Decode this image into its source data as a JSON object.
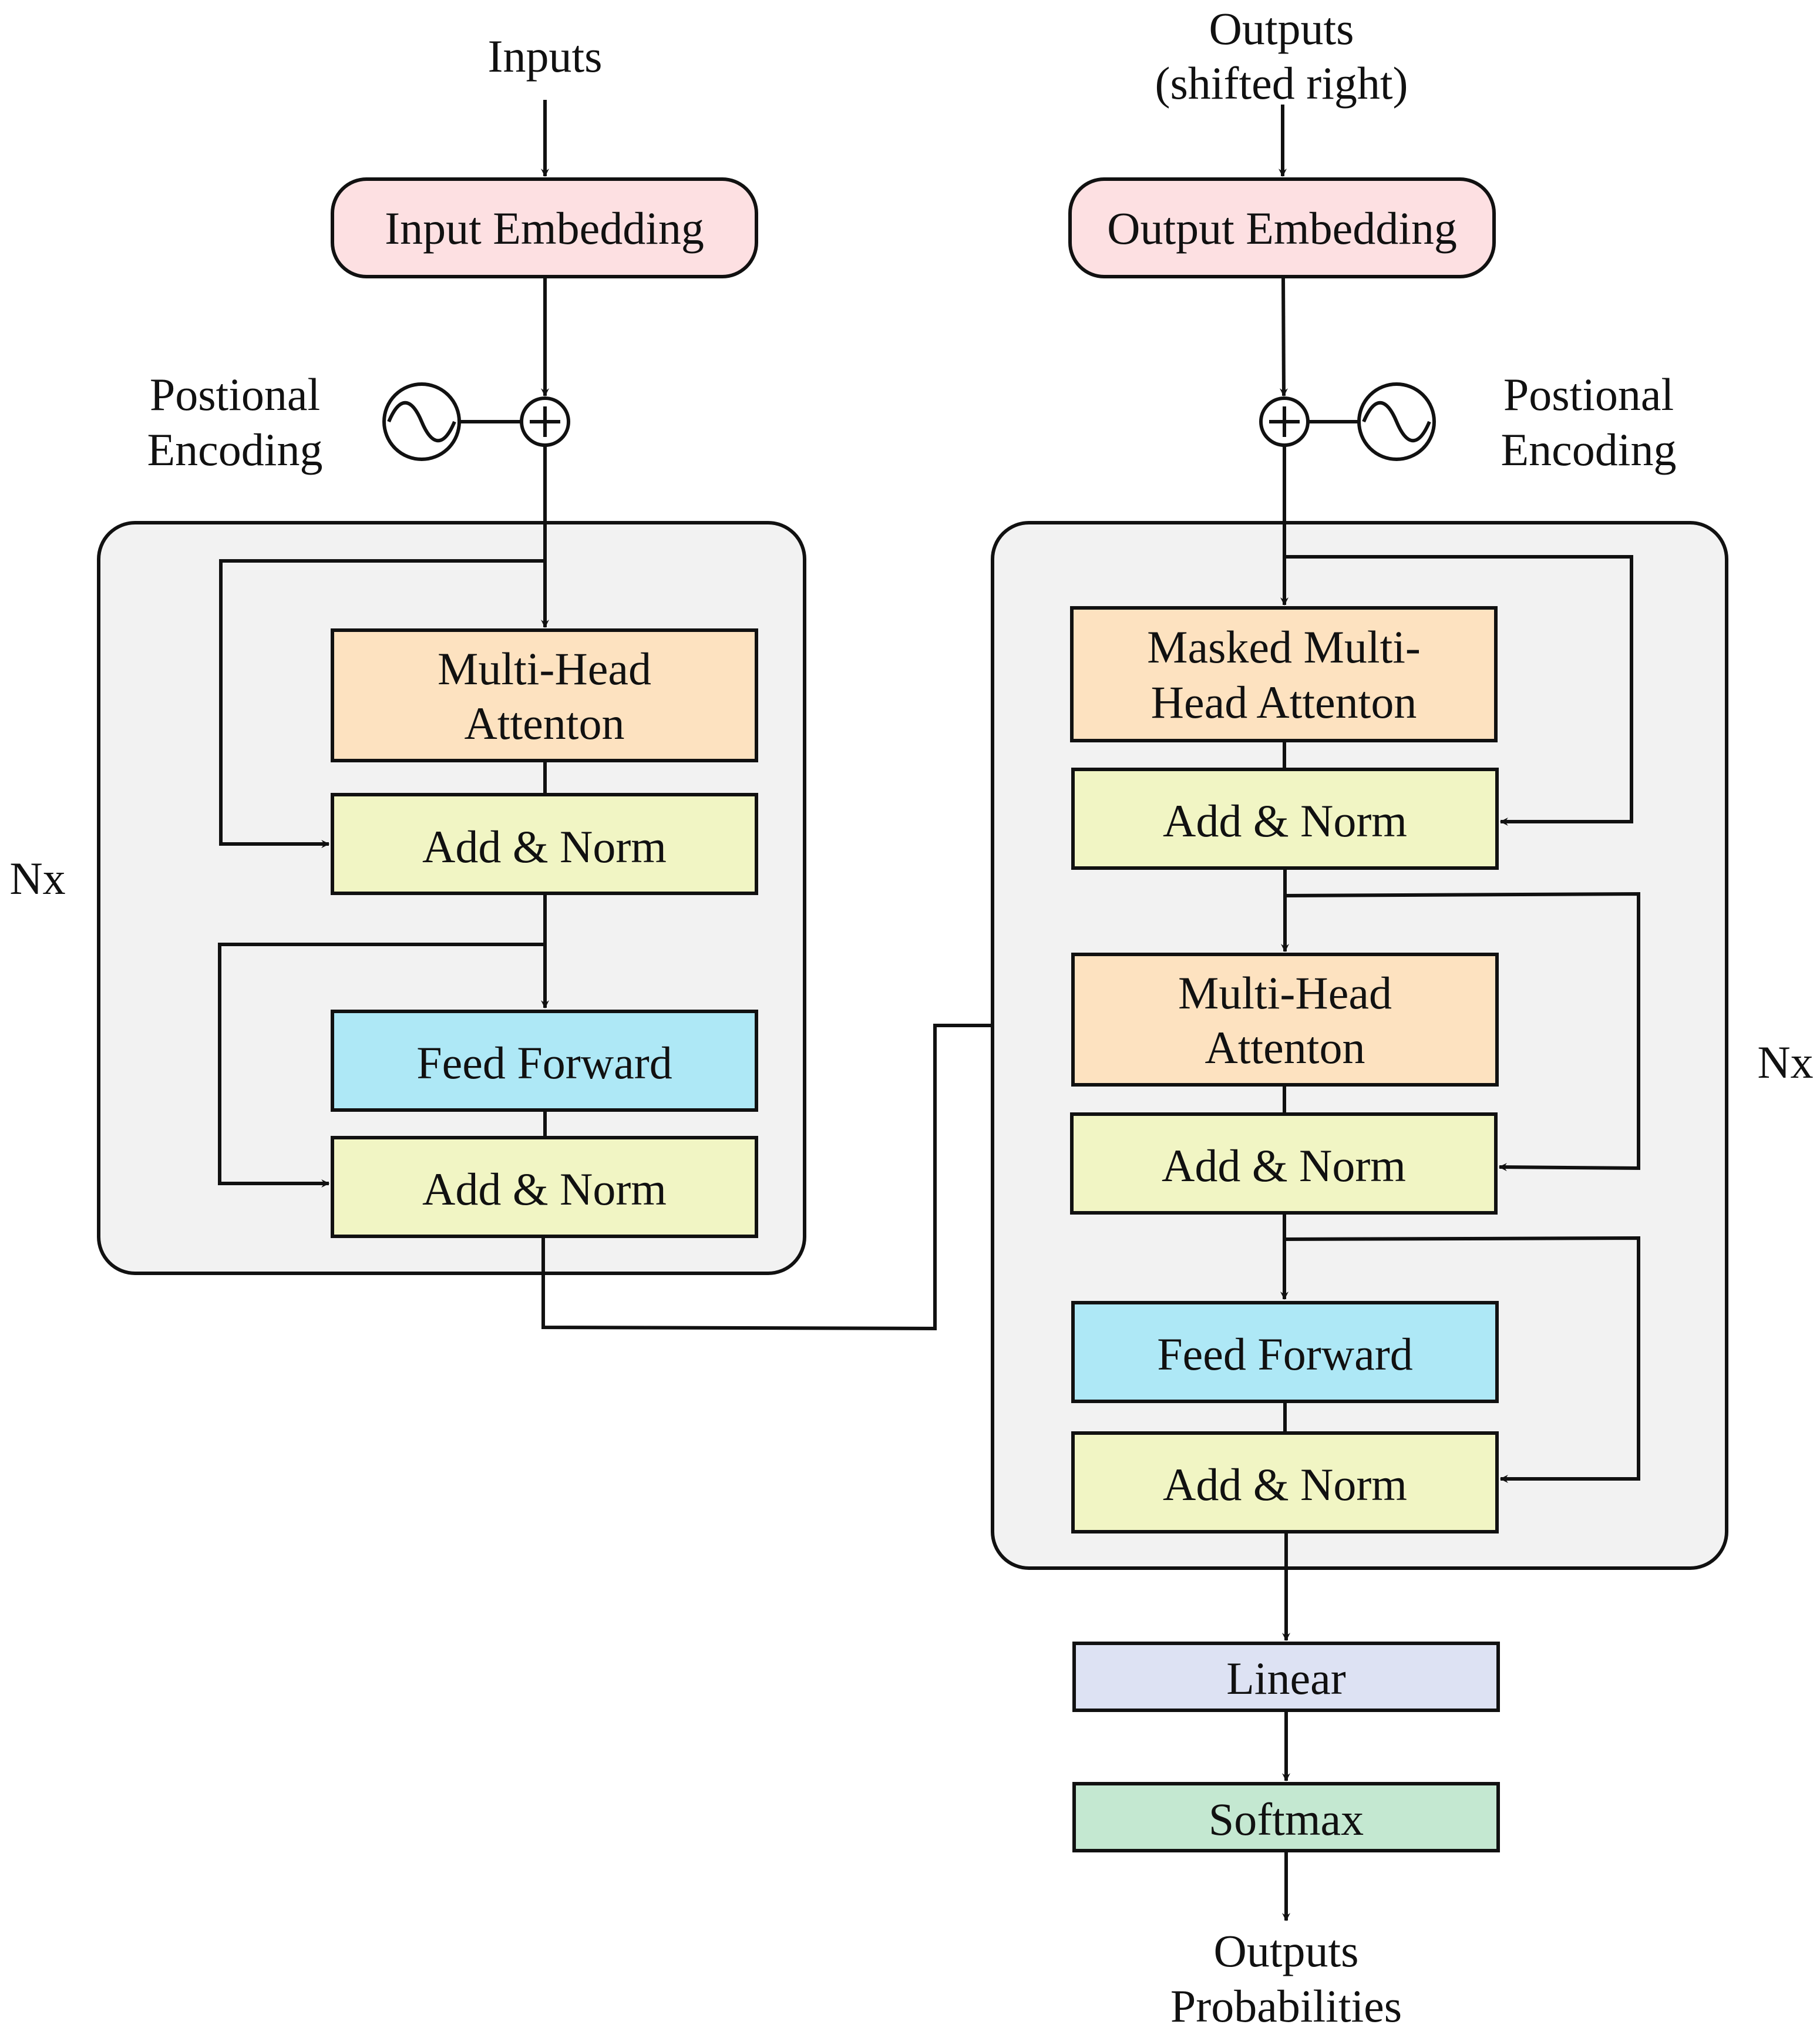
{
  "labels": {
    "inputs": "Inputs",
    "outputs_line1": "Outputs",
    "outputs_line2": "(shifted right)",
    "pos_enc_left_line1": "Postional",
    "pos_enc_left_line2": "Encoding",
    "pos_enc_right_line1": "Postional",
    "pos_enc_right_line2": "Encoding",
    "nx_encoder": "Nx",
    "nx_decoder": "Nx",
    "final_line1": "Outputs",
    "final_line2": "Probabilities"
  },
  "encoder": {
    "input_embedding": "Input Embedding",
    "mha_line1": "Multi-Head",
    "mha_line2": "Attenton",
    "add_norm_1": "Add & Norm",
    "feed_forward": "Feed Forward",
    "add_norm_2": "Add & Norm"
  },
  "decoder": {
    "output_embedding": "Output Embedding",
    "masked_line1": "Masked Multi-",
    "masked_line2": "Head Attenton",
    "add_norm_1": "Add & Norm",
    "mha_line1": "Multi-Head",
    "mha_line2": "Attenton",
    "add_norm_2": "Add & Norm",
    "feed_forward": "Feed Forward",
    "add_norm_3": "Add & Norm"
  },
  "head": {
    "linear": "Linear",
    "softmax": "Softmax"
  },
  "colors": {
    "embedding": "#fde0e2",
    "attention": "#fde2c0",
    "add_norm": "#f1f5c4",
    "feed_forward": "#aee8f6",
    "linear": "#dde2f3",
    "softmax": "#c4e8d1",
    "block_frame": "#f2f2f2",
    "stroke": "#111111"
  }
}
